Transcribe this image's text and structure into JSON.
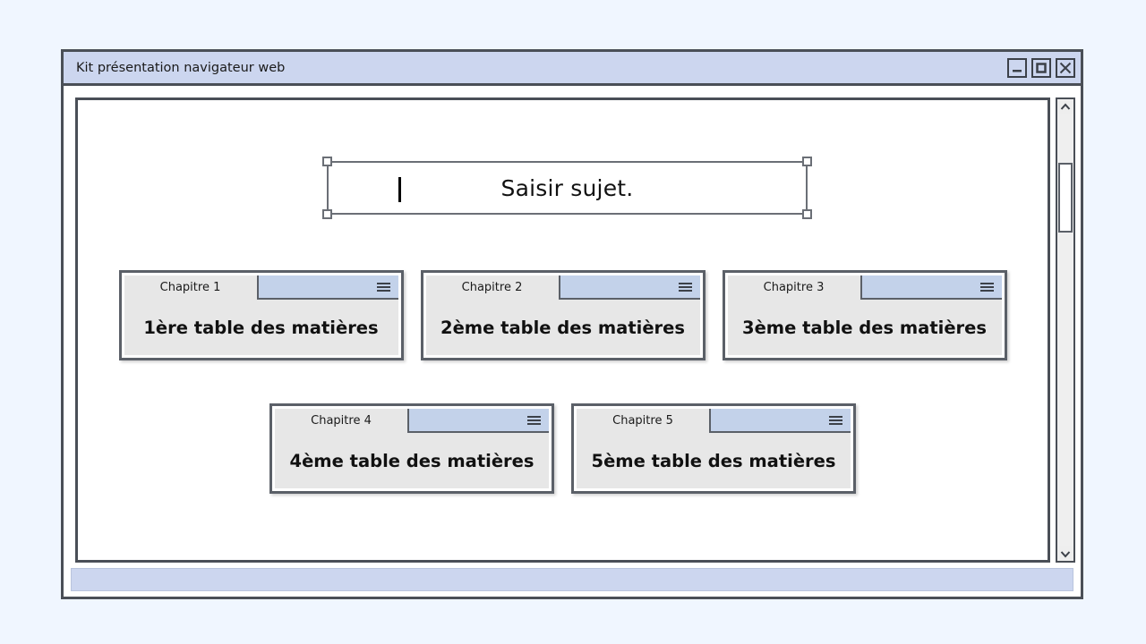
{
  "window": {
    "title": "Kit présentation navigateur web",
    "controls": [
      {
        "name": "minimize-button",
        "icon": "minimize-icon"
      },
      {
        "name": "maximize-button",
        "icon": "maximize-icon"
      },
      {
        "name": "close-button",
        "icon": "close-icon"
      }
    ]
  },
  "slide": {
    "title_placeholder": {
      "text": "Saisir sujet.",
      "selected": true,
      "caret_visible": true
    },
    "cards": [
      {
        "tab_label": "Chapitre 1",
        "content": "1ère table des matières",
        "menu_icon": "hamburger-menu-icon"
      },
      {
        "tab_label": "Chapitre 2",
        "content": "2ème table des matières",
        "menu_icon": "hamburger-menu-icon"
      },
      {
        "tab_label": "Chapitre 3",
        "content": "3ème table des matières",
        "menu_icon": "hamburger-menu-icon"
      },
      {
        "tab_label": "Chapitre 4",
        "content": "4ème table des matières",
        "menu_icon": "hamburger-menu-icon"
      },
      {
        "tab_label": "Chapitre 5",
        "content": "5ème table des matières",
        "menu_icon": "hamburger-menu-icon"
      }
    ]
  },
  "scrollbar": {
    "up_icon": "chevron-up-icon",
    "down_icon": "chevron-down-icon",
    "thumb_position": "near-top"
  },
  "status_bar": {
    "text": ""
  },
  "colors": {
    "page_background": "#f0f6ff",
    "window_frame": "#4a4f57",
    "title_bar": "#ccd6ef",
    "card_titlebar_blue": "#c3d2ea",
    "card_surface": "#e7e7e7",
    "card_border": "#5b6068",
    "status_bar": "#ccd6ef"
  }
}
